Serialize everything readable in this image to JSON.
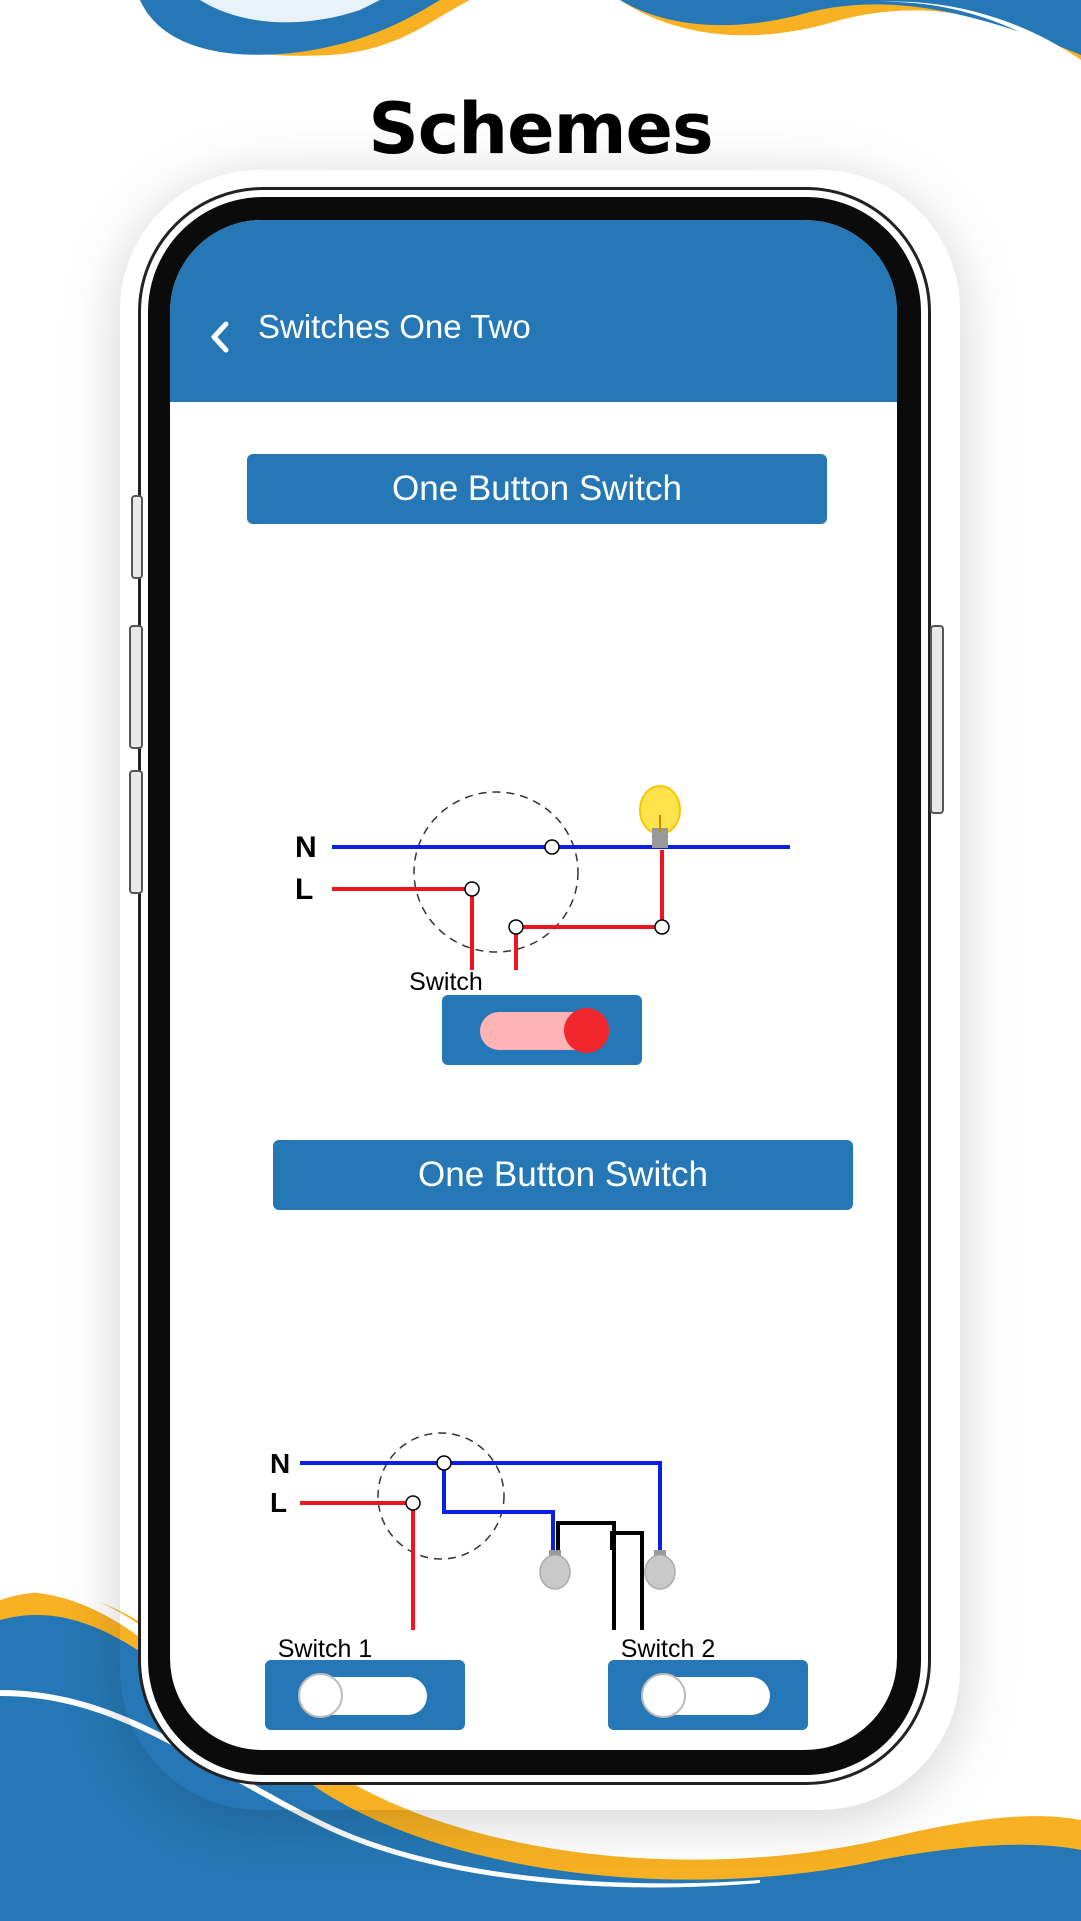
{
  "promo": {
    "title": "Schemes"
  },
  "header": {
    "back_icon": "chevron-left-icon",
    "title": "Switches One Two"
  },
  "section1": {
    "title": "One Button Switch",
    "diagram": {
      "neutral_label": "N",
      "live_label": "L"
    },
    "switch": {
      "label": "Switch",
      "state": "on"
    }
  },
  "section2": {
    "title": "One Button Switch",
    "diagram": {
      "neutral_label": "N",
      "live_label": "L"
    },
    "switch1": {
      "label": "Switch 1",
      "state": "off"
    },
    "switch2": {
      "label": "Switch 2",
      "state": "off"
    }
  },
  "colors": {
    "primary": "#2578b5",
    "accent_orange": "#f8b122",
    "wire_neutral": "#0a1fe6",
    "wire_live": "#f0141e",
    "toggle_on_knob": "#f0272c",
    "toggle_on_track": "#ffb3b5",
    "toggle_off": "#ffffff"
  }
}
